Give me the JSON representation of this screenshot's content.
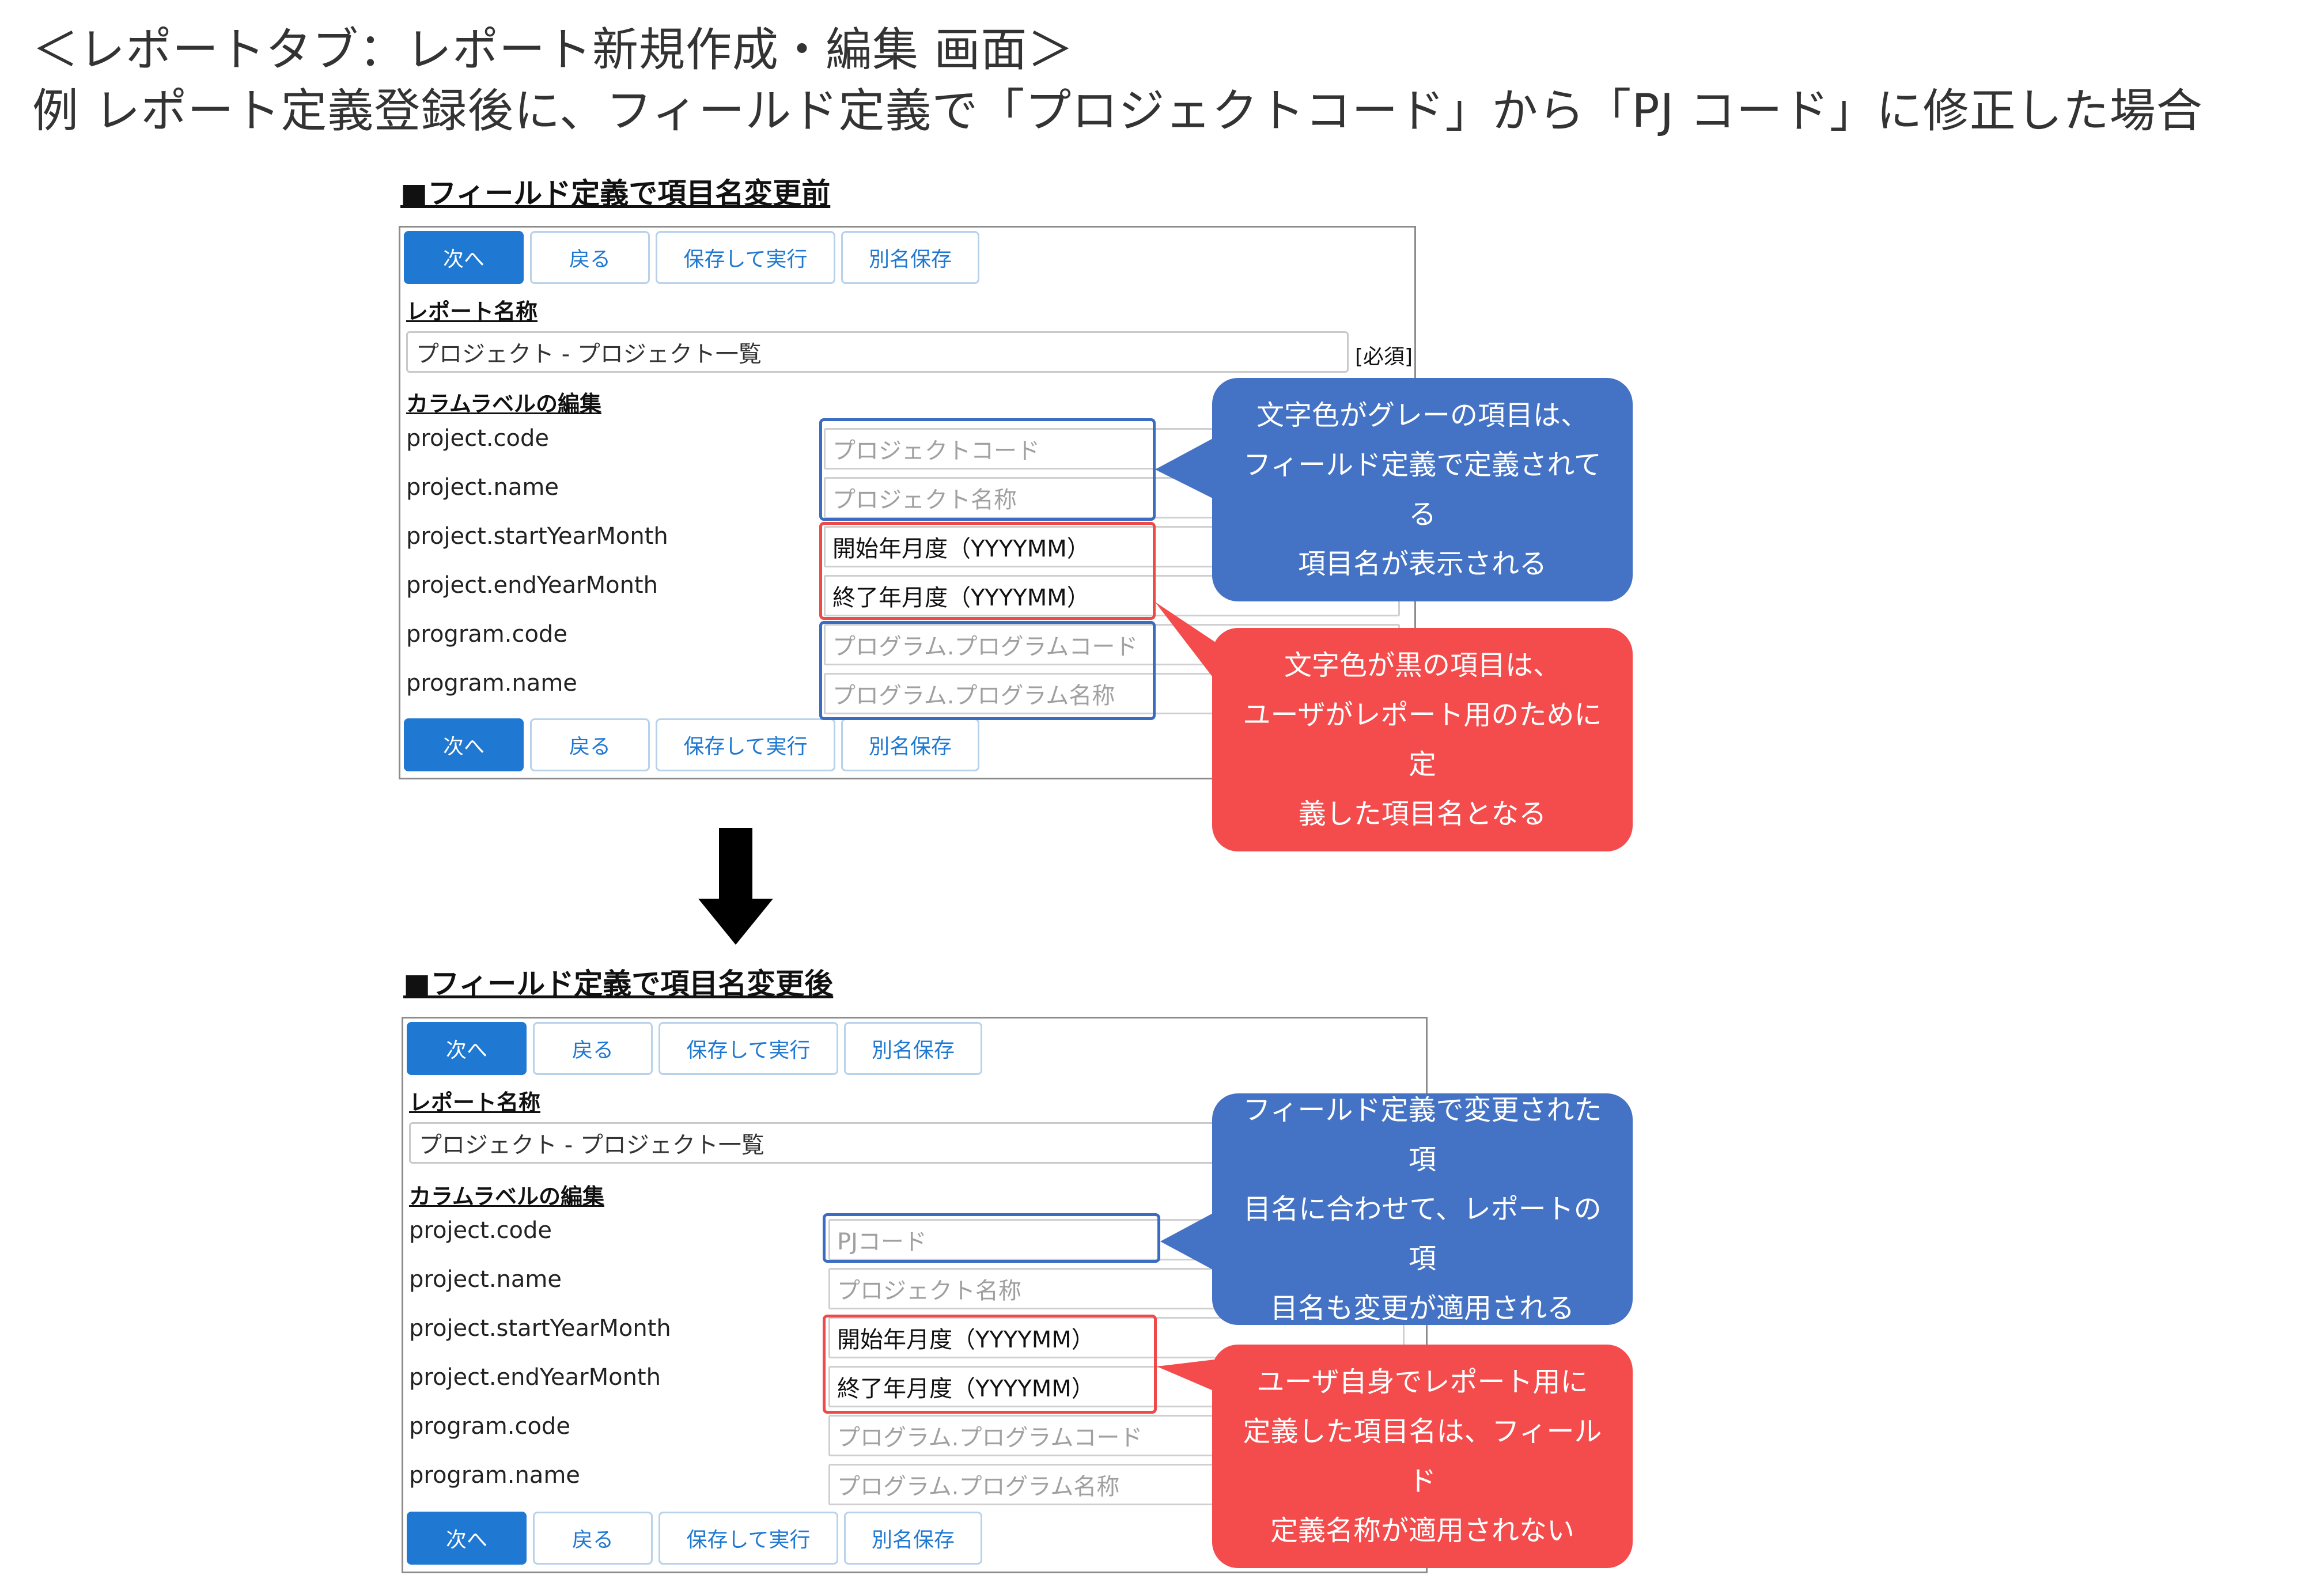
{
  "heading": {
    "line1": "＜レポートタブ：レポート新規作成・編集 画面＞",
    "line2": "例 レポート定義登録後に、フィールド定義で「プロジェクトコード」から「PJ コード」に修正した場合"
  },
  "before": {
    "section_title": "■フィールド定義で項目名変更前",
    "buttons": {
      "next": "次へ",
      "back": "戻る",
      "save_run": "保存して実行",
      "save_as": "別名保存"
    },
    "report_name_label": "レポート名称",
    "report_name_value": "プロジェクト - プロジェクト一覧",
    "required": "[必須]",
    "column_label_heading": "カラムラベルの編集",
    "fields": [
      {
        "key": "project.code",
        "label": "プロジェクトコード",
        "style": "gray"
      },
      {
        "key": "project.name",
        "label": "プロジェクト名称",
        "style": "gray"
      },
      {
        "key": "project.startYearMonth",
        "label": "開始年月度（YYYYMM）",
        "style": "black"
      },
      {
        "key": "project.endYearMonth",
        "label": "終了年月度（YYYYMM）",
        "style": "black"
      },
      {
        "key": "program.code",
        "label": "プログラム.プログラムコード",
        "style": "gray"
      },
      {
        "key": "program.name",
        "label": "プログラム.プログラム名称",
        "style": "gray"
      }
    ],
    "callout_gray": [
      "文字色がグレーの項目は、",
      "フィールド定義で定義されてる",
      "項目名が表示される"
    ],
    "callout_black": [
      "文字色が黒の項目は、",
      "ユーザがレポート用のために定",
      "義した項目名となる"
    ]
  },
  "after": {
    "section_title": "■フィールド定義で項目名変更後",
    "buttons": {
      "next": "次へ",
      "back": "戻る",
      "save_run": "保存して実行",
      "save_as": "別名保存"
    },
    "report_name_label": "レポート名称",
    "report_name_value": "プロジェクト - プロジェクト一覧",
    "column_label_heading": "カラムラベルの編集",
    "fields": [
      {
        "key": "project.code",
        "label": "PJコード",
        "style": "gray"
      },
      {
        "key": "project.name",
        "label": "プロジェクト名称",
        "style": "gray"
      },
      {
        "key": "project.startYearMonth",
        "label": "開始年月度（YYYYMM）",
        "style": "black"
      },
      {
        "key": "project.endYearMonth",
        "label": "終了年月度（YYYYMM）",
        "style": "black"
      },
      {
        "key": "program.code",
        "label": "プログラム.プログラムコード",
        "style": "gray"
      },
      {
        "key": "program.name",
        "label": "プログラム.プログラム名称",
        "style": "gray"
      }
    ],
    "callout_changed": [
      "フィールド定義で変更された項",
      "目名に合わせて、レポートの項",
      "目名も変更が適用される"
    ],
    "callout_user": [
      "ユーザ自身でレポート用に",
      "定義した項目名は、フィールド",
      "定義名称が適用されない"
    ]
  },
  "colors": {
    "primary_button": "#1f78d1",
    "callout_blue": "#4472c4",
    "callout_red": "#f44c4c",
    "highlight_blue": "#3a6cc2",
    "highlight_red": "#ef4a4a",
    "gray_text": "#a0a0a0"
  },
  "icons": {
    "flow_arrow": "arrow-down-icon"
  }
}
